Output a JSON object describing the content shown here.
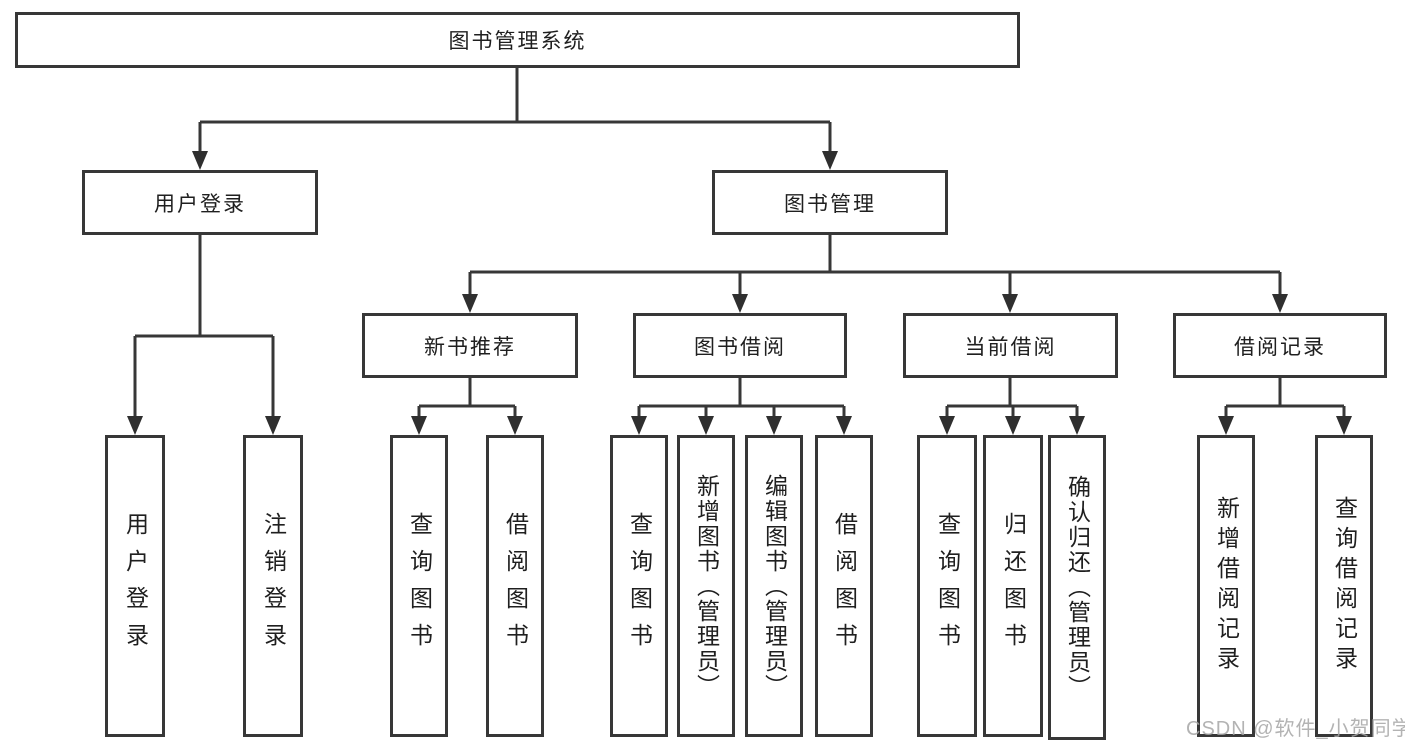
{
  "diagram": {
    "root": {
      "label": "图书管理系统"
    },
    "branches": [
      {
        "label": "用户登录",
        "children": [
          {
            "label": "用户登录"
          },
          {
            "label": "注销登录"
          }
        ]
      },
      {
        "label": "图书管理",
        "children": [
          {
            "label": "新书推荐",
            "children": [
              {
                "label": "查询图书"
              },
              {
                "label": "借阅图书"
              }
            ]
          },
          {
            "label": "图书借阅",
            "children": [
              {
                "label": "查询图书"
              },
              {
                "label": "新增图书（管理员）"
              },
              {
                "label": "编辑图书（管理员）"
              },
              {
                "label": "借阅图书"
              }
            ]
          },
          {
            "label": "当前借阅",
            "children": [
              {
                "label": "查询图书"
              },
              {
                "label": "归还图书"
              },
              {
                "label": "确认归还（管理员）"
              }
            ]
          },
          {
            "label": "借阅记录",
            "children": [
              {
                "label": "新增借阅记录"
              },
              {
                "label": "查询借阅记录"
              }
            ]
          }
        ]
      }
    ],
    "watermark": "CSDN @软件_小贺同学",
    "colors": {
      "line": "#373737",
      "text": "#1f1f1f",
      "watermark": "#a6a6a6",
      "background": "#ffffff"
    }
  }
}
